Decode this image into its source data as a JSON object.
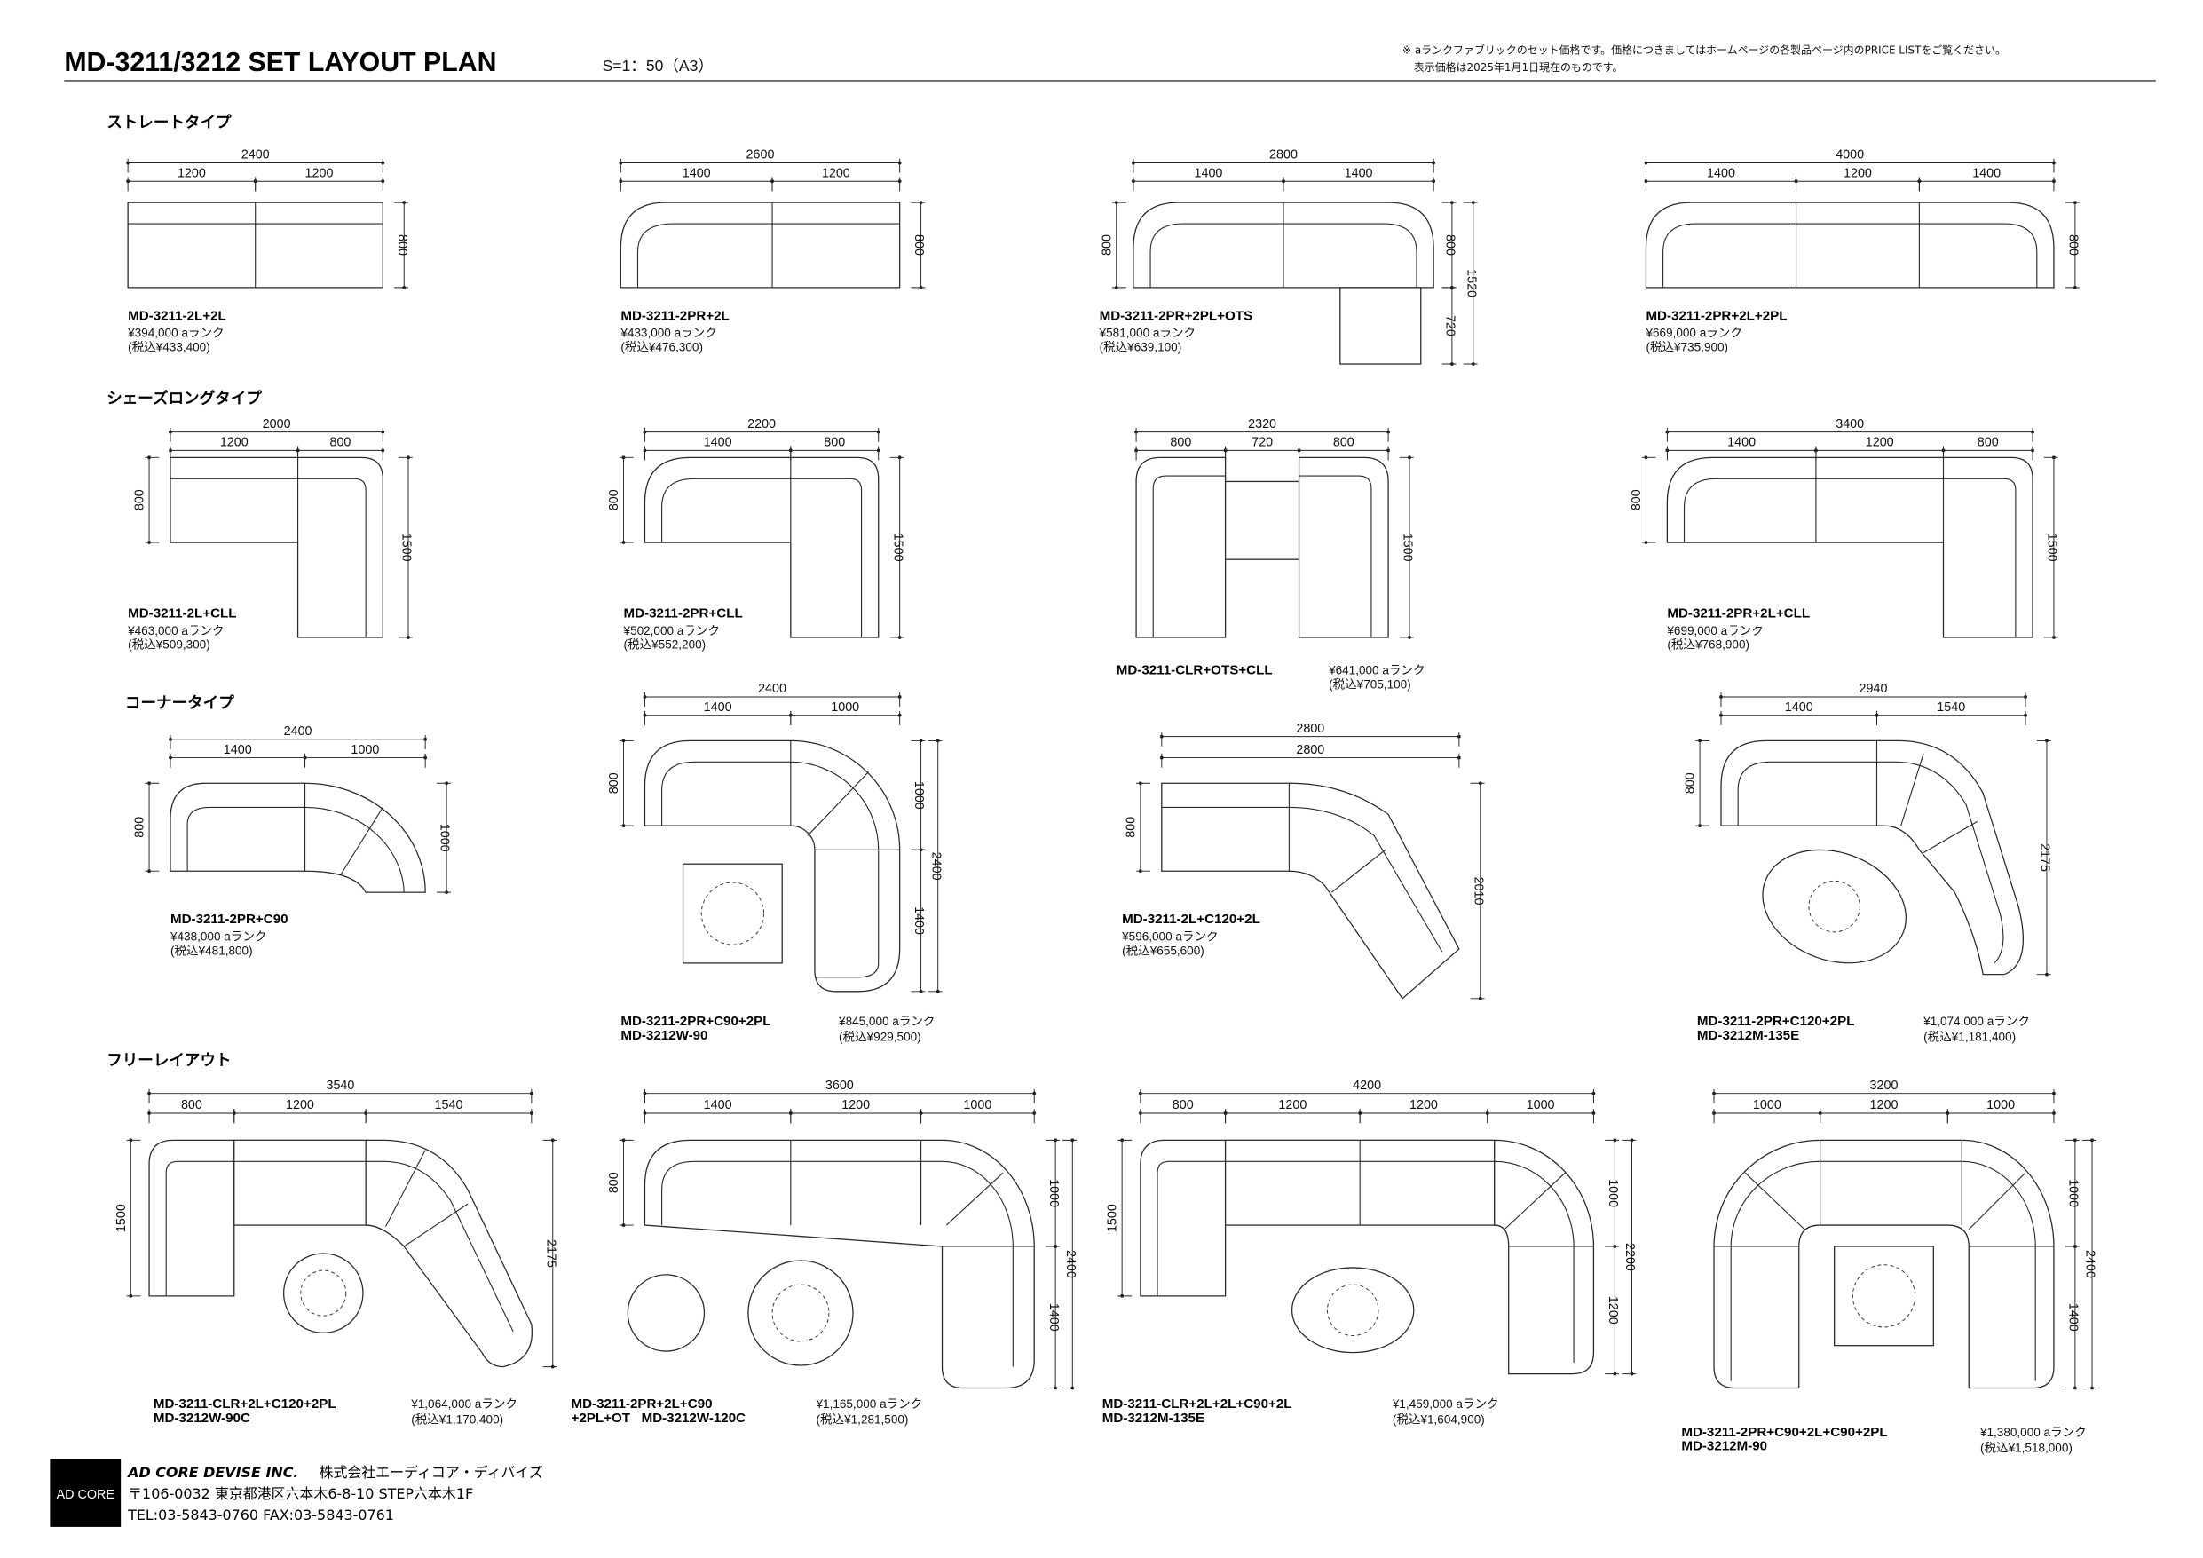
{
  "header": {
    "title": "MD-3211/3212  SET LAYOUT PLAN",
    "scale": "S=1：50（A3）",
    "note_line1": "※ aランクファブリックのセット価格です。価格につきましてはホームページの各製品ページ内のPRICE LISTをご覧ください。",
    "note_line2": "表示価格は2025年1月1日現在のものです。"
  },
  "sections": [
    "ストレートタイプ",
    "シェーズロングタイプ",
    "コーナータイプ",
    "フリーレイアウト"
  ],
  "layouts": [
    {
      "model": [
        "MD-3211-2L+2L"
      ],
      "price": "¥394,000 aランク",
      "tax": "(税込¥433,400)",
      "dims": [
        "2400",
        "1200",
        "1200",
        "800"
      ]
    },
    {
      "model": [
        "MD-3211-2PR+2L"
      ],
      "price": "¥433,000 aランク",
      "tax": "(税込¥476,300)",
      "dims": [
        "2600",
        "1400",
        "1200",
        "800"
      ]
    },
    {
      "model": [
        "MD-3211-2PR+2PL+OTS"
      ],
      "price": "¥581,000 aランク",
      "tax": "(税込¥639,100)",
      "dims": [
        "2800",
        "1400",
        "1400",
        "800",
        "800",
        "720",
        "1520"
      ]
    },
    {
      "model": [
        "MD-3211-2PR+2L+2PL"
      ],
      "price": "¥669,000 aランク",
      "tax": "(税込¥735,900)",
      "dims": [
        "4000",
        "1400",
        "1200",
        "1400",
        "800"
      ]
    },
    {
      "model": [
        "MD-3211-2L+CLL"
      ],
      "price": "¥463,000 aランク",
      "tax": "(税込¥509,300)",
      "dims": [
        "2000",
        "1200",
        "800",
        "800",
        "1500"
      ]
    },
    {
      "model": [
        "MD-3211-2PR+CLL"
      ],
      "price": "¥502,000 aランク",
      "tax": "(税込¥552,200)",
      "dims": [
        "2200",
        "1400",
        "800",
        "800",
        "1500"
      ]
    },
    {
      "model": [
        "MD-3211-CLR+OTS+CLL"
      ],
      "price": "¥641,000 aランク",
      "tax": "(税込¥705,100)",
      "dims": [
        "2320",
        "800",
        "720",
        "800",
        "1500"
      ]
    },
    {
      "model": [
        "MD-3211-2PR+2L+CLL"
      ],
      "price": "¥699,000 aランク",
      "tax": "(税込¥768,900)",
      "dims": [
        "3400",
        "1400",
        "1200",
        "800",
        "800",
        "1500"
      ]
    },
    {
      "model": [
        "MD-3211-2PR+C90"
      ],
      "price": "¥438,000 aランク",
      "tax": "(税込¥481,800)",
      "dims": [
        "2400",
        "1400",
        "1000",
        "800",
        "1000"
      ]
    },
    {
      "model": [
        "MD-3211-2PR+C90+2PL",
        "MD-3212W-90"
      ],
      "price": "¥845,000 aランク",
      "tax": "(税込¥929,500)",
      "dims": [
        "2400",
        "1400",
        "1000",
        "800",
        "1000",
        "1400",
        "2400"
      ]
    },
    {
      "model": [
        "MD-3211-2L+C120+2L"
      ],
      "price": "¥596,000 aランク",
      "tax": "(税込¥655,600)",
      "dims": [
        "2800",
        "2800",
        "800",
        "2010"
      ]
    },
    {
      "model": [
        "MD-3211-2PR+C120+2PL",
        "MD-3212M-135E"
      ],
      "price": "¥1,074,000 aランク",
      "tax": "(税込¥1,181,400)",
      "dims": [
        "2940",
        "1400",
        "1540",
        "800",
        "2175"
      ]
    },
    {
      "model": [
        "MD-3211-CLR+2L+C120+2PL",
        "MD-3212W-90C"
      ],
      "price": "¥1,064,000 aランク",
      "tax": "(税込¥1,170,400)",
      "dims": [
        "3540",
        "800",
        "1200",
        "1540",
        "1500",
        "2175"
      ]
    },
    {
      "model": [
        "MD-3211-2PR+2L+C90",
        "+2PL+OT   MD-3212W-120C"
      ],
      "price": "¥1,165,000 aランク",
      "tax": "(税込¥1,281,500)",
      "dims": [
        "3600",
        "1400",
        "1200",
        "1000",
        "800",
        "1000",
        "1400",
        "2400"
      ]
    },
    {
      "model": [
        "MD-3211-CLR+2L+2L+C90+2L",
        "MD-3212M-135E"
      ],
      "price": "¥1,459,000 aランク",
      "tax": "(税込¥1,604,900)",
      "dims": [
        "4200",
        "800",
        "1200",
        "1200",
        "1000",
        "1500",
        "1000",
        "1200",
        "2200"
      ]
    },
    {
      "model": [
        "MD-3211-2PR+C90+2L+C90+2PL",
        "MD-3212M-90"
      ],
      "price": "¥1,380,000 aランク",
      "tax": "(税込¥1,518,000)",
      "dims": [
        "3200",
        "1000",
        "1200",
        "1000",
        "1000",
        "1400",
        "2400"
      ]
    }
  ],
  "footer": {
    "logo": "AD CORE",
    "company_en": "AD CORE DEVISE INC.",
    "company_jp": "株式会社エーディコア・ディバイズ",
    "address": "〒106-0032 東京都港区六本木6-8-10 STEP六本木1F",
    "tel": "TEL:03-5843-0760  FAX:03-5843-0761"
  }
}
